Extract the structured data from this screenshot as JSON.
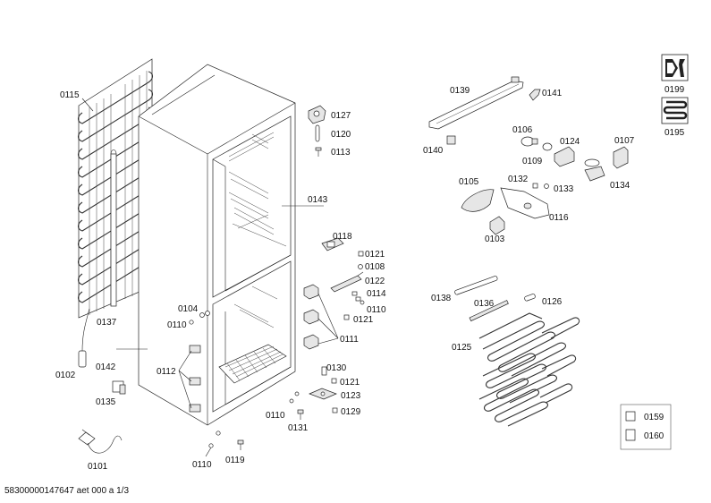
{
  "labels": {
    "p0115": "0115",
    "p0137": "0137",
    "p0102": "0102",
    "p0142": "0142",
    "p0135": "0135",
    "p0101": "0101",
    "p0104": "0104",
    "p0110a": "0110",
    "p0112": "0112",
    "p0110b": "0110",
    "p0119": "0119",
    "p0127": "0127",
    "p0120": "0120",
    "p0113": "0113",
    "p0143": "0143",
    "p0118": "0118",
    "p0121a": "0121",
    "p0108": "0108",
    "p0122": "0122",
    "p0114": "0114",
    "p0110c": "0110",
    "p0121b": "0121",
    "p0111": "0111",
    "p0130": "0130",
    "p0121c": "0121",
    "p0123": "0123",
    "p0110d": "0110",
    "p0129": "0129",
    "p0131": "0131",
    "p0139": "0139",
    "p0141": "0141",
    "p0140": "0140",
    "p0106": "0106",
    "p0124": "0124",
    "p0107": "0107",
    "p0109": "0109",
    "p0134": "0134",
    "p0105": "0105",
    "p0132": "0132",
    "p0133": "0133",
    "p0116": "0116",
    "p0103": "0103",
    "p0138": "0138",
    "p0136": "0136",
    "p0126": "0126",
    "p0125": "0125",
    "p0199": "0199",
    "p0195": "0195",
    "p0159": "0159",
    "p0160": "0160"
  },
  "footer": "58300000147647 aet 000 a 1/3"
}
